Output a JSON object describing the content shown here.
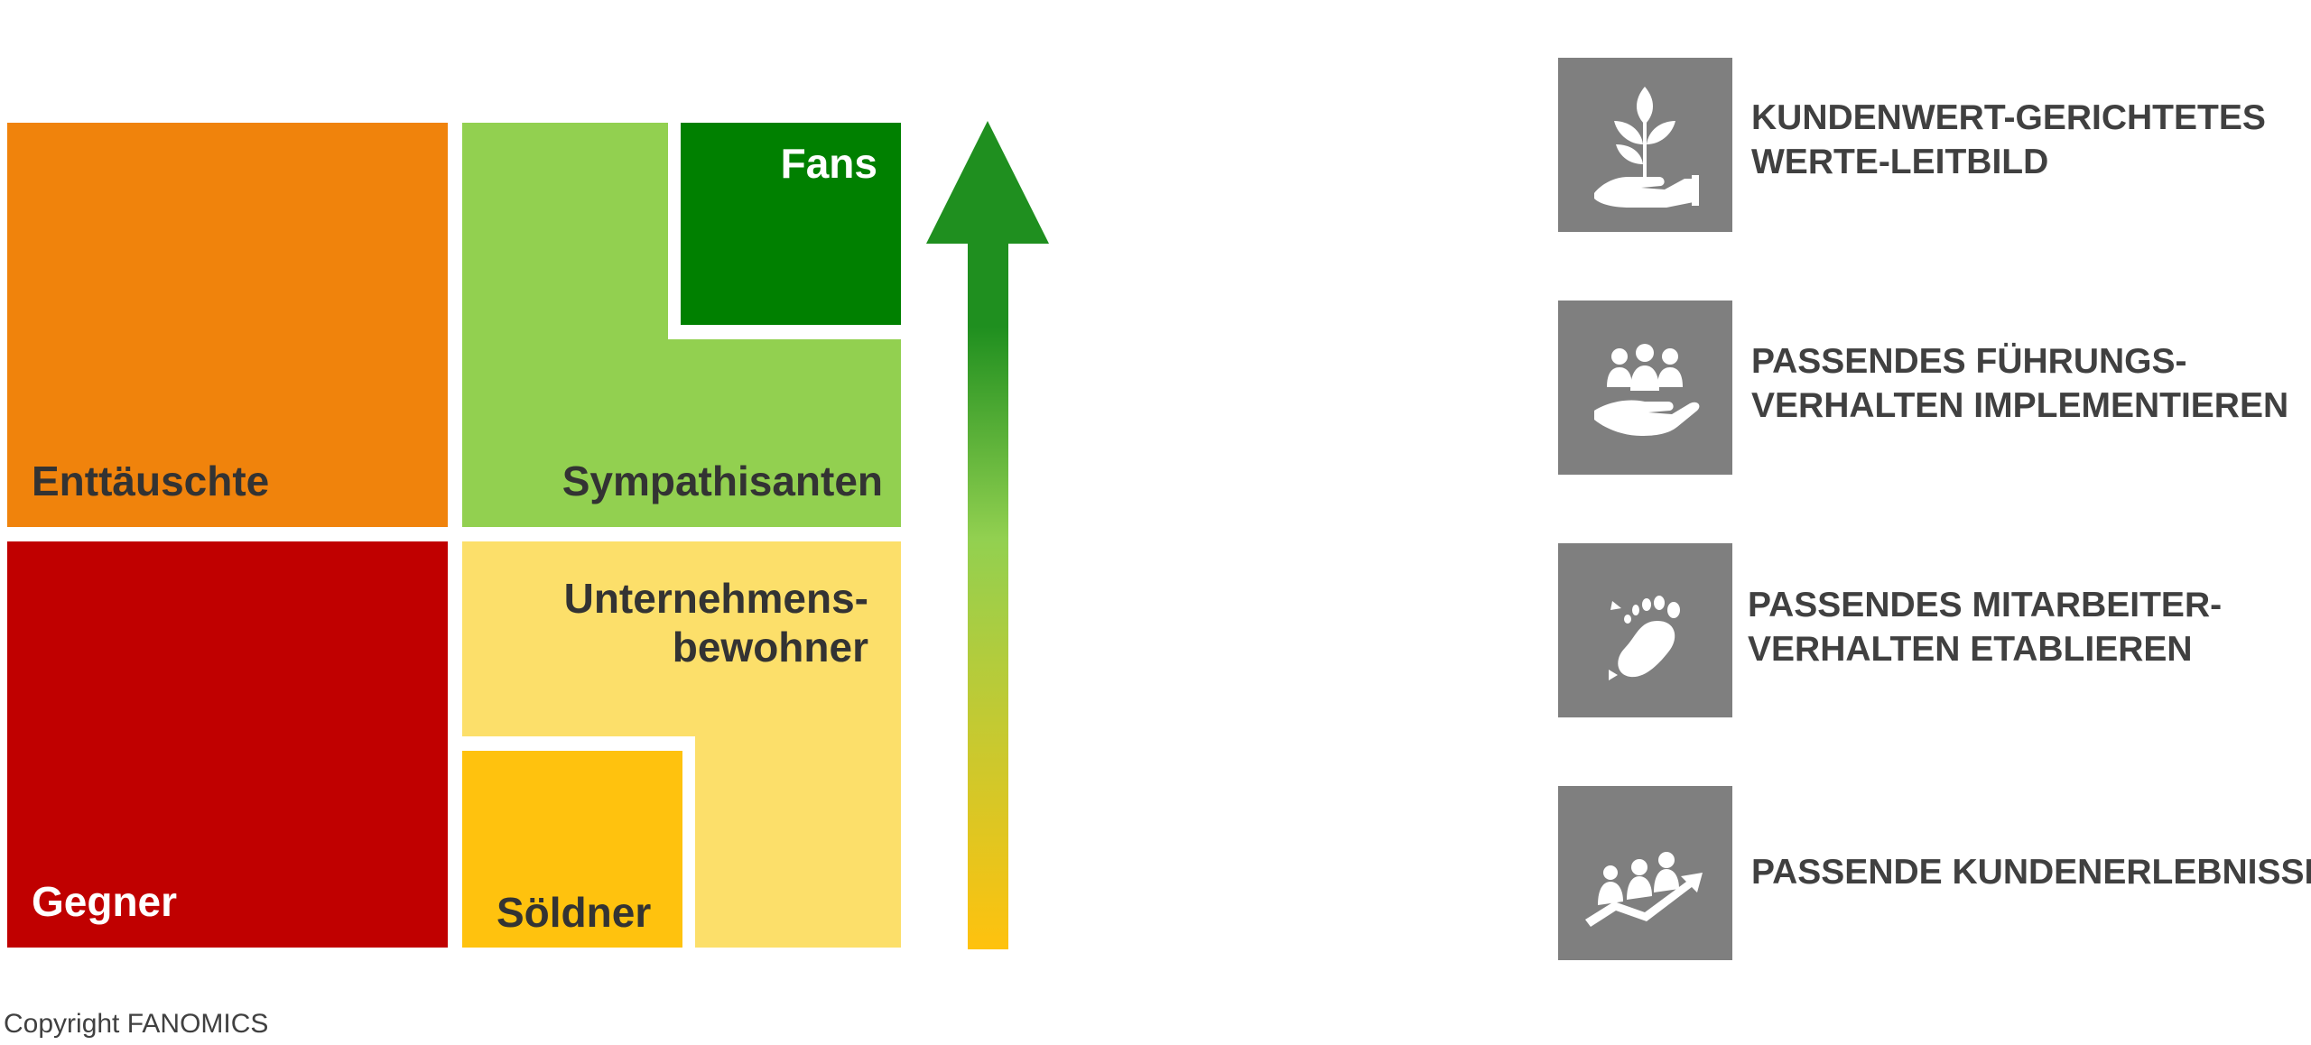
{
  "segments": {
    "enttaeuschte": {
      "label": "Enttäuschte",
      "color": "#f0830c"
    },
    "sympathisanten": {
      "label": "Sympathisanten",
      "color": "#92d050"
    },
    "fans": {
      "label": "Fans",
      "color": "#008000"
    },
    "gegner": {
      "label": "Gegner",
      "color": "#c00000"
    },
    "unternehmensbewohner": {
      "label_line1": "Unternehmens-",
      "label_line2": "bewohner",
      "color": "#fcdf6a"
    },
    "soeldner": {
      "label": "Söldner",
      "color": "#ffc20e"
    }
  },
  "arrow": {
    "color_top": "#1f8f1f",
    "color_mid": "#92d050",
    "color_bottom": "#ffc20e"
  },
  "actions": [
    {
      "icon": "plant-hand-icon",
      "line1": "KUNDENWERT-GERICHTETES",
      "line2": "WERTE-LEITBILD"
    },
    {
      "icon": "people-hand-icon",
      "line1": "PASSENDES FÜHRUNGS-",
      "line2": "VERHALTEN IMPLEMENTIEREN"
    },
    {
      "icon": "footprint-icon",
      "line1": "PASSENDES MITARBEITER-",
      "line2": "VERHALTEN ETABLIEREN"
    },
    {
      "icon": "growth-people-icon",
      "line1": "PASSENDE KUNDENERLEBNISSE",
      "line2": ""
    }
  ],
  "icon_bg": "#7f7f7f",
  "copyright": "Copyright FANOMICS"
}
